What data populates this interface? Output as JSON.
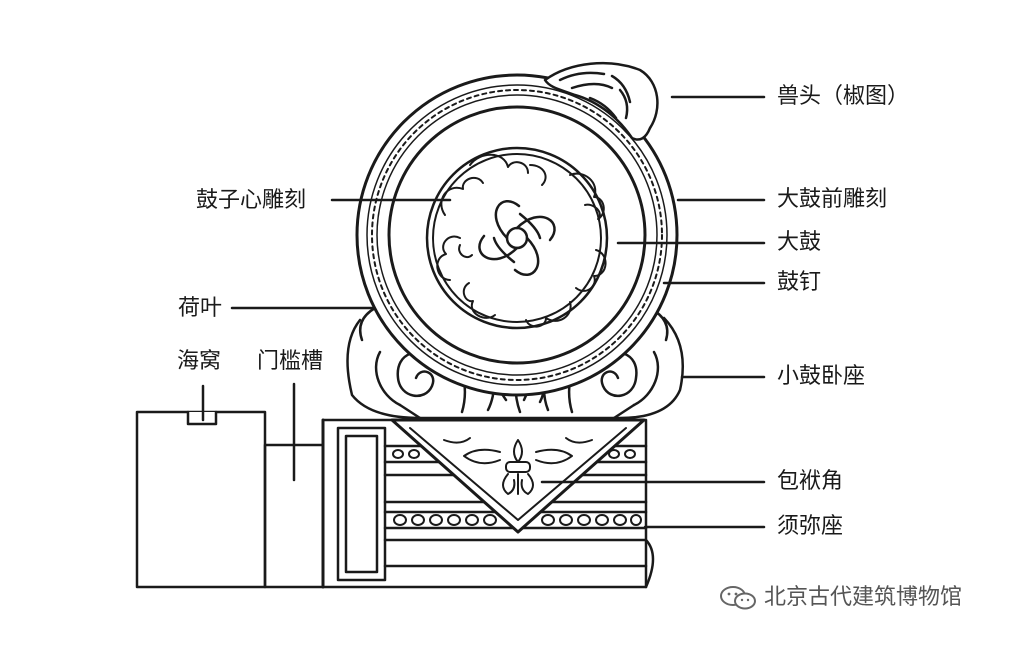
{
  "labels": {
    "shoutou": "兽头（椒图）",
    "guzixin": "鼓子心雕刻",
    "daguqian": "大鼓前雕刻",
    "dagu": "大鼓",
    "guding": "鼓钉",
    "heye": "荷叶",
    "haiwo": "海窝",
    "menkancao": "门槛槽",
    "xiaoguwozuo": "小鼓卧座",
    "baofujiao": "包袱角",
    "xumizuo": "须弥座"
  },
  "watermark": "北京古代建筑博物馆",
  "colors": {
    "line": "#1a1a1a",
    "background": "#ffffff"
  }
}
